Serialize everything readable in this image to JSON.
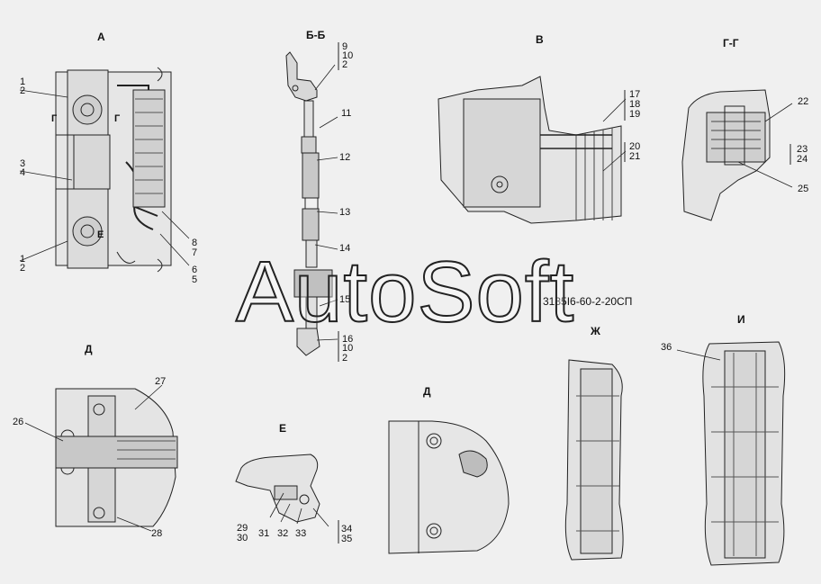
{
  "view_titles": {
    "a": "А",
    "bb": "Б-Б",
    "v": "В",
    "gg": "Г-Г",
    "d1": "Д",
    "d2": "Д",
    "e": "Е",
    "zh": "Ж",
    "i": "И"
  },
  "section_marks": {
    "g_left": "Г",
    "g_right": "Г",
    "e_mark": "Е"
  },
  "callouts": {
    "n1a": "1",
    "n2a": "2",
    "n3": "3",
    "n4": "4",
    "n1b": "1",
    "n2b": "2",
    "n8": "8",
    "n7": "7",
    "n6": "6",
    "n5": "5",
    "n9": "9",
    "n10a": "10",
    "n2c": "2",
    "n11": "11",
    "n12": "12",
    "n13": "13",
    "n14": "14",
    "n15": "15",
    "n16": "16",
    "n10b": "10",
    "n2d": "2",
    "n17": "17",
    "n18": "18",
    "n19": "19",
    "n20": "20",
    "n21": "21",
    "n22": "22",
    "n23": "23",
    "n24": "24",
    "n25": "25",
    "n26": "26",
    "n27": "27",
    "n28": "28",
    "n29": "29",
    "n30": "30",
    "n31": "31",
    "n32": "32",
    "n33": "33",
    "n34": "34",
    "n35": "35",
    "n36": "36"
  },
  "document_code": "3135I6-60-2-20СП",
  "watermark": "AutoSoft"
}
